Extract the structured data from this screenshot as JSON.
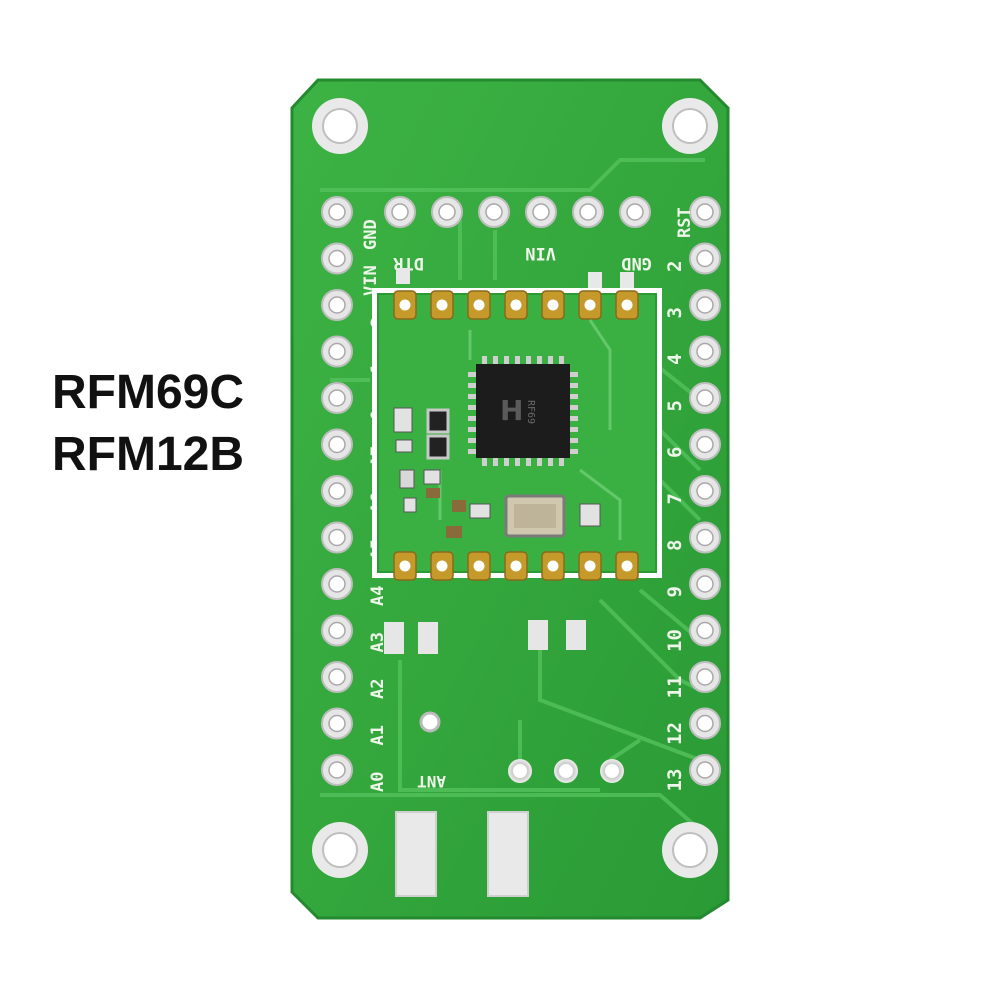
{
  "captions": {
    "line1": "RFM69C",
    "line2": "RFM12B"
  },
  "board": {
    "top_labels": [
      "DTR",
      "VIN",
      "GND"
    ],
    "corner_labels": [
      "GND",
      "RST",
      "VIN"
    ],
    "left_labels": [
      "A0",
      "A1",
      "A2",
      "A3",
      "A4",
      "A5",
      "A6",
      "A7",
      "0",
      "1",
      "2"
    ],
    "right_labels": [
      "2",
      "3",
      "4",
      "5",
      "6",
      "7",
      "8",
      "9",
      "10",
      "11",
      "12",
      "13"
    ],
    "antenna_label": "ANT",
    "chip_marking": "RF69"
  },
  "colors": {
    "pcb": "#2fa33a",
    "pcb_light": "#54bf58",
    "module": "#35ae3d",
    "gold": "#c59a2a",
    "chip": "#1c1c1c"
  }
}
